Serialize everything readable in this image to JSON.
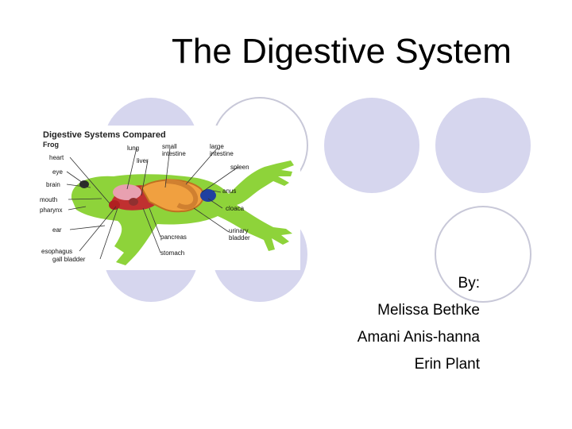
{
  "slide": {
    "title": "The Digestive System",
    "credits": {
      "by": "By:",
      "authors": [
        "Melissa Bethke",
        "Amani Anis-hanna",
        "Erin Plant"
      ]
    }
  },
  "figure": {
    "title": "Digestive Systems Compared",
    "subtitle": "Frog",
    "labels": {
      "heart": "heart",
      "eye": "eye",
      "brain": "brain",
      "mouth": "mouth",
      "pharynx": "pharynx",
      "ear": "ear",
      "esophagus": "esophagus",
      "gall_bladder": "gall bladder",
      "lung": "lung",
      "liver": "liver",
      "small_intestine": "small\nintestine",
      "large_intestine": "large\nintestine",
      "spleen": "spleen",
      "anus": "anus",
      "cloaca": "cloaca",
      "urinary_bladder": "urinary\nbladder",
      "pancreas": "pancreas",
      "stomach": "stomach"
    }
  },
  "colors": {
    "circle_fill": "#d6d6ee",
    "circle_outline": "#c8c8d8",
    "frog_green": "#8ed33a",
    "organ_orange": "#f0a040",
    "organ_red": "#c03030",
    "organ_blue": "#2040a0"
  }
}
